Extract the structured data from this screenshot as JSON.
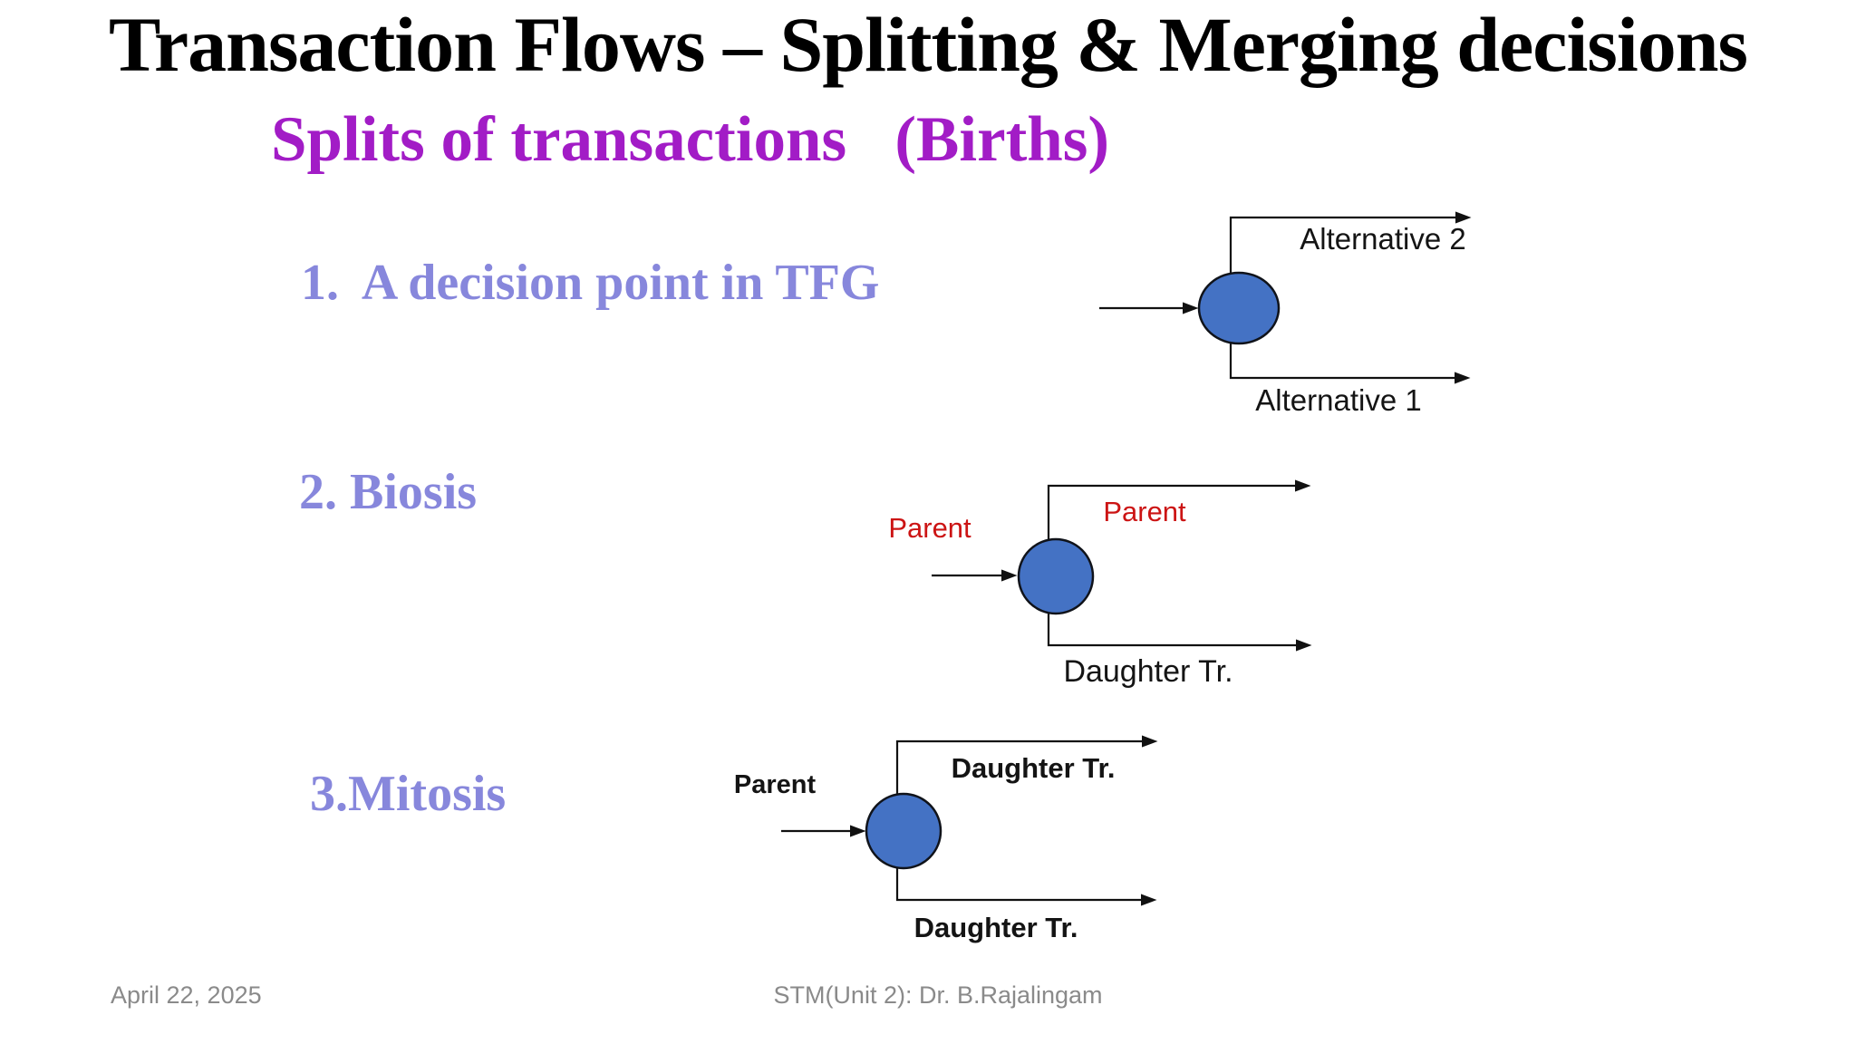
{
  "slide": {
    "title": "Transaction Flows – Splitting & Merging decisions",
    "subtitle": "Splits of transactions   (Births)",
    "items": [
      {
        "label": "1.  A decision point in TFG"
      },
      {
        "label": "2. Biosis"
      },
      {
        "label": "3.Mitosis"
      }
    ]
  },
  "diagrams": {
    "decision_point": {
      "name": "A decision point in TFG",
      "label_out_top": "Alternative 2",
      "label_out_bottom": "Alternative 1"
    },
    "biosis": {
      "name": "Biosis",
      "label_in": "Parent",
      "label_out_top": "Parent",
      "label_out_bottom": "Daughter Tr."
    },
    "mitosis": {
      "name": "Mitosis",
      "label_in": "Parent",
      "label_out_top": "Daughter Tr.",
      "label_out_bottom": "Daughter Tr."
    }
  },
  "footer": {
    "date": "April 22, 2025",
    "credit": "STM(Unit 2): Dr. B.Rajalingam"
  },
  "colors": {
    "title_text": "#000000",
    "subtitle_purple": "#A21CC6",
    "list_periwinkle": "#8787DC",
    "parent_red": "#CC1414",
    "node_blue": "#4472C4",
    "line_black": "#111111",
    "footer_gray": "#8A8A8A",
    "background": "#FFFFFF"
  }
}
